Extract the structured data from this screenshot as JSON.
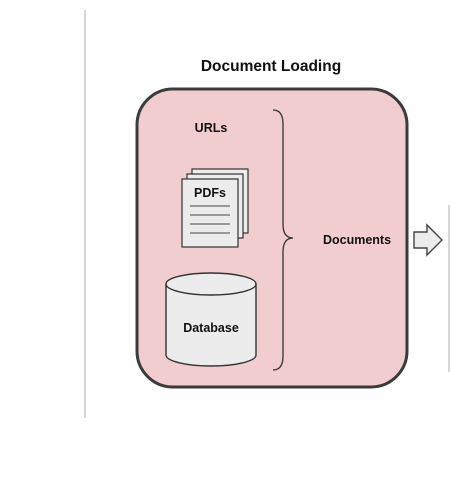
{
  "diagram": {
    "title": "Document Loading",
    "sources": {
      "urls": "URLs",
      "pdfs": "PDFs",
      "database": "Database"
    },
    "output_label": "Documents",
    "colors": {
      "panel_fill": "#f2cdd0",
      "panel_stroke": "#3b3b3b",
      "shape_fill": "#ececec",
      "shape_stroke": "#333333",
      "divider": "#d6d6d6",
      "text": "#111111"
    }
  }
}
